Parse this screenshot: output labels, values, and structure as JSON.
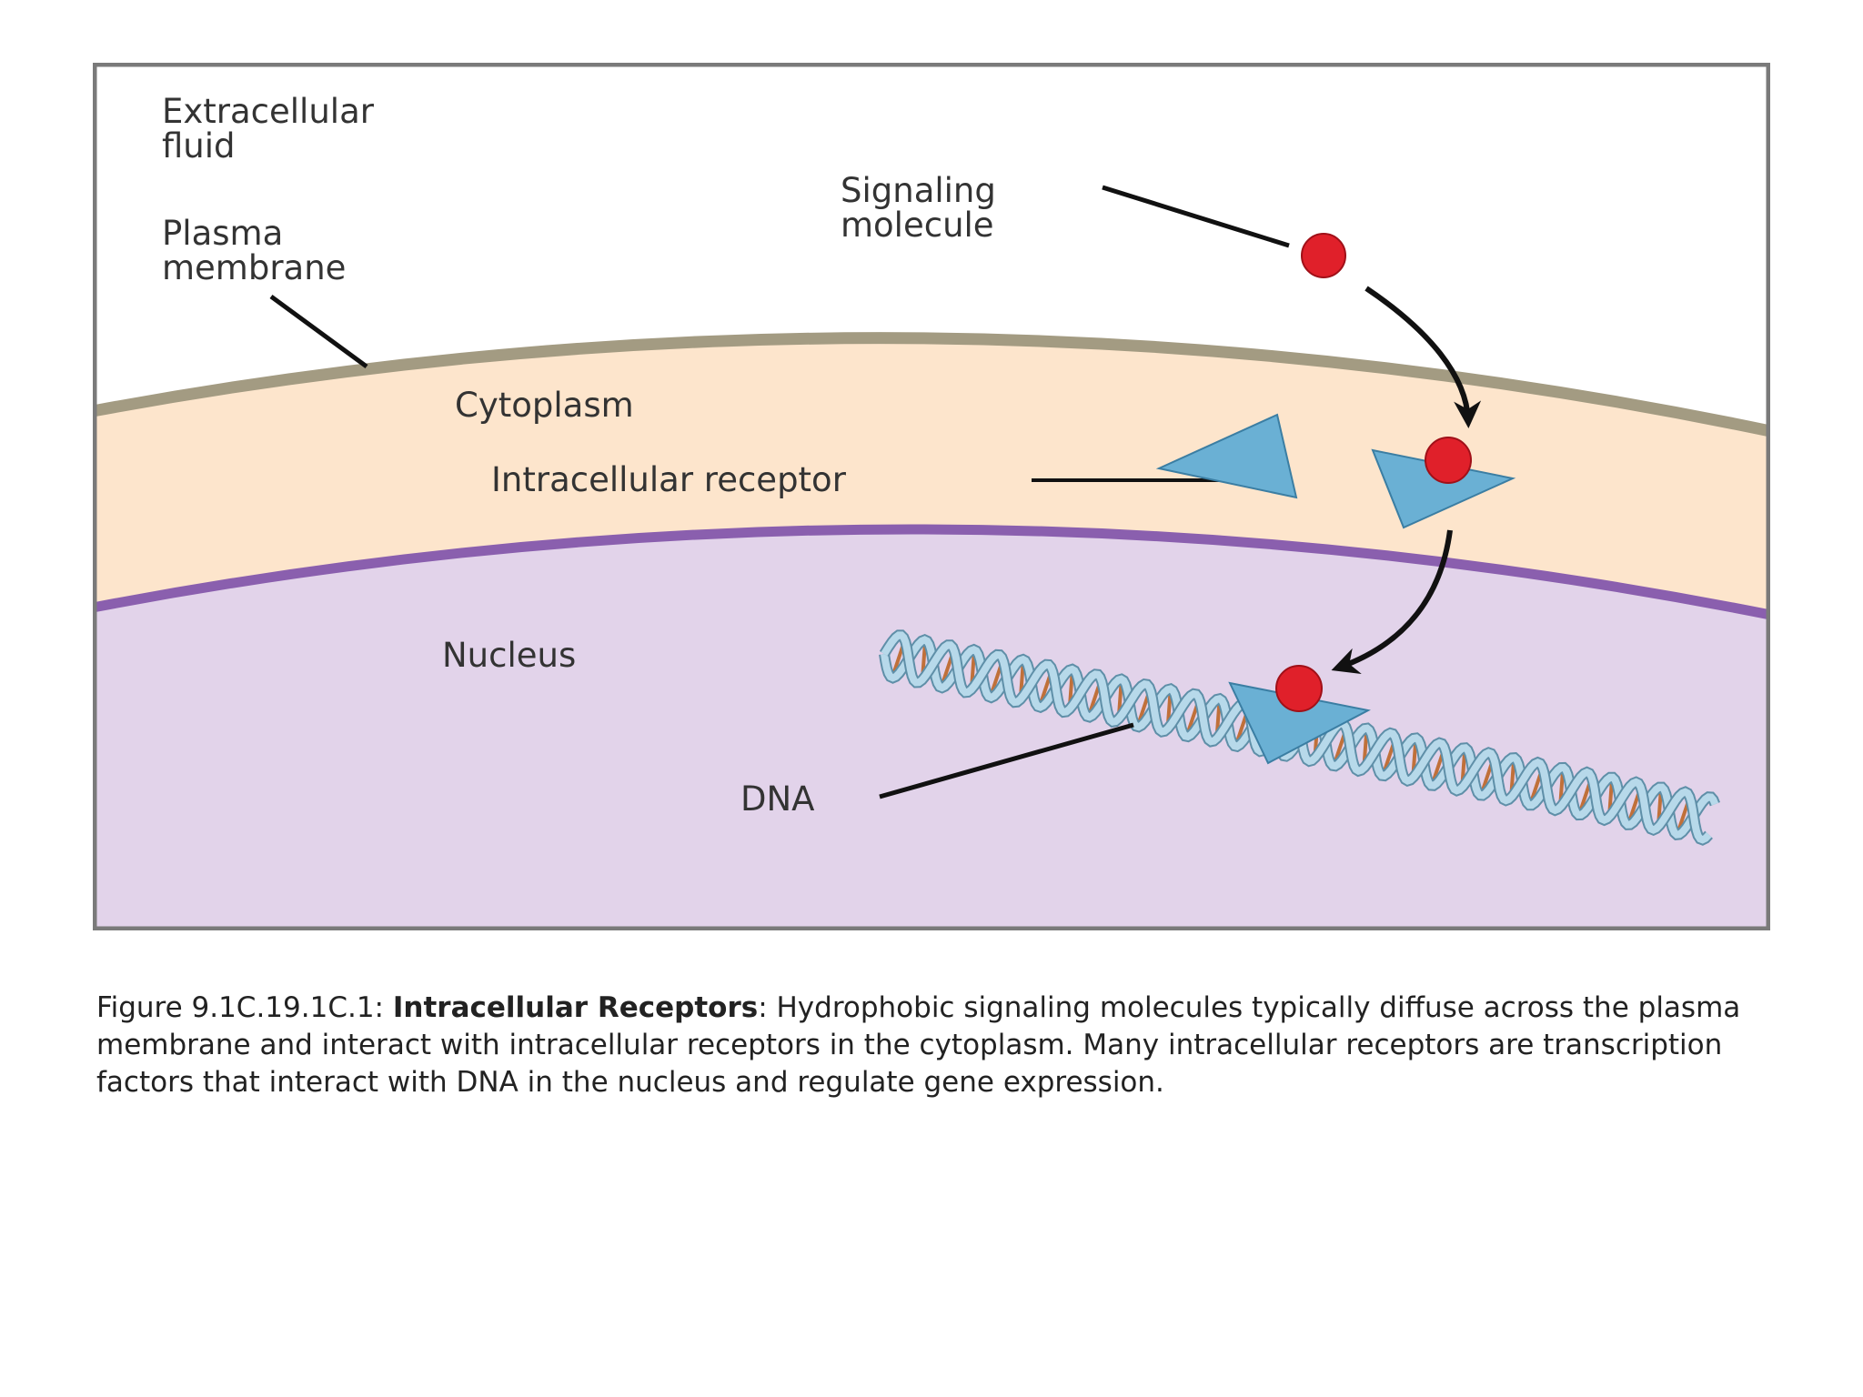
{
  "diagram": {
    "labels": {
      "extracellular": [
        "Extracellular",
        "fluid"
      ],
      "plasma_membrane": [
        "Plasma",
        "membrane"
      ],
      "signaling_molecule": [
        "Signaling",
        "molecule"
      ],
      "cytoplasm": "Cytoplasm",
      "intracellular_receptor": "Intracellular receptor",
      "nucleus": "Nucleus",
      "dna": "DNA"
    },
    "colors": {
      "extracellular": "#ffffff",
      "cytoplasm": "#fde5cc",
      "nucleus": "#e2d3ea",
      "plasma_membrane": "#a39b82",
      "nuclear_membrane": "#8a5fae",
      "frame": "#7a7a7a",
      "signaling_molecule": "#e0202a",
      "receptor": "#6ab0d4",
      "dna_backbone": "#b7d9ea",
      "dna_rungs": "#c0703a"
    }
  },
  "caption": {
    "prefix": "Figure 9.1C.19.1C.1: ",
    "title": "Intracellular Receptors",
    "text": ": Hydrophobic signaling molecules typically diffuse across the plasma membrane and interact with intracellular receptors in the cytoplasm. Many intracellular receptors are transcription factors that interact with DNA in the nucleus and regulate gene expression."
  }
}
